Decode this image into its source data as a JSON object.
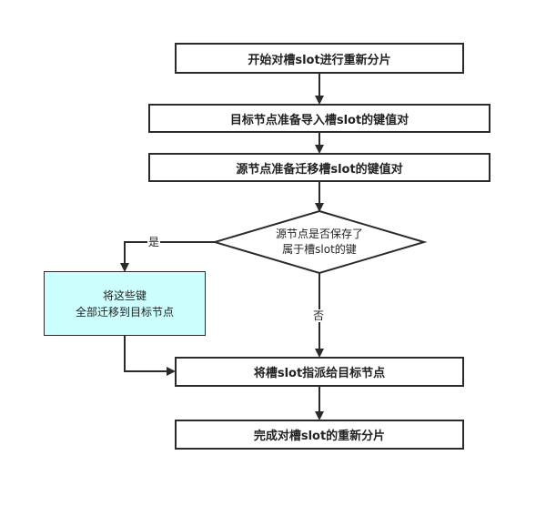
{
  "nodes": {
    "start": "开始对槽slot进行重新分片",
    "target_prepare": "目标节点准备导入槽slot的键值对",
    "source_prepare": "源节点准备迁移槽slot的键值对",
    "decision": "源节点是否保存了\n属于槽slot的键",
    "migrate_keys": "将这些键\n全部迁移到目标节点",
    "assign_slot": "将槽slot指派给目标节点",
    "complete": "完成对槽slot的重新分片"
  },
  "edge_labels": {
    "yes": "是",
    "no": "否"
  },
  "colors": {
    "stroke": "#2b2b2b",
    "process_fill": "#ffffff",
    "highlight_fill": "#ccfffe"
  }
}
